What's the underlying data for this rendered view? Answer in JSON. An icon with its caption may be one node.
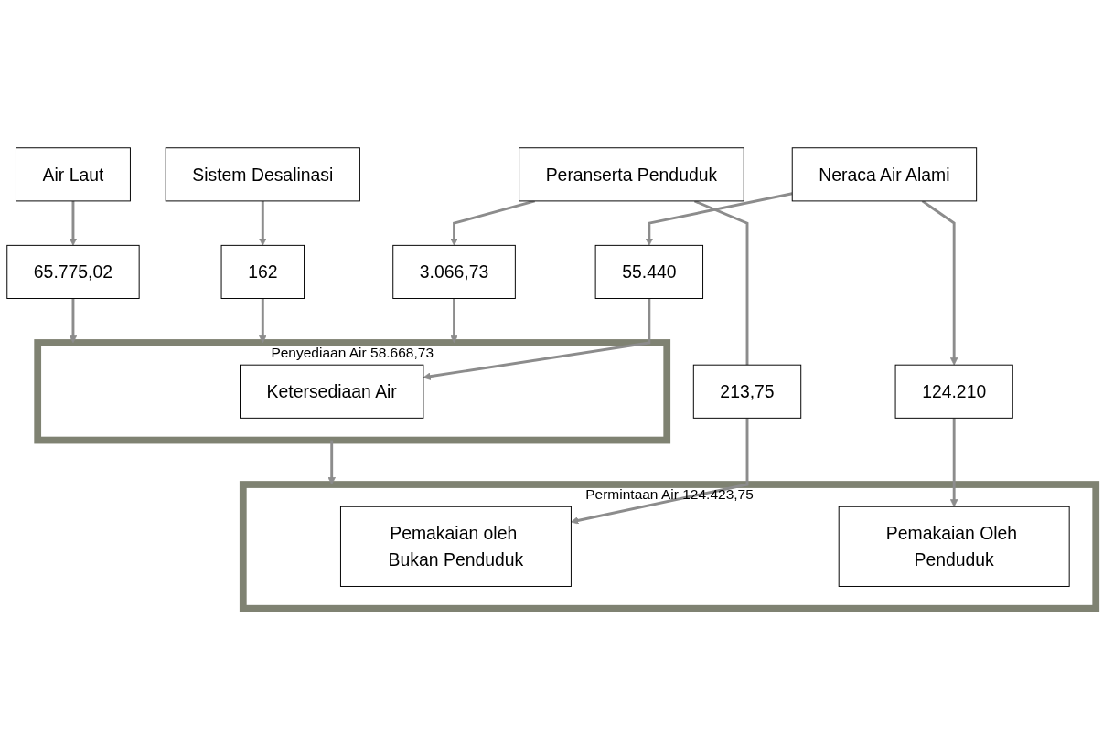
{
  "diagram": {
    "nodes": [
      {
        "text": [
          "Neraca Air Alami"
        ]
      },
      {
        "text": [
          "55.440"
        ]
      },
      {
        "text": [
          "124.210"
        ]
      },
      {
        "text": [
          "Peranserta Penduduk"
        ]
      },
      {
        "text": [
          "3.066,73"
        ]
      },
      {
        "text": [
          "213,75"
        ]
      },
      {
        "text": [
          "Sistem Desalinasi"
        ]
      },
      {
        "text": [
          "162"
        ]
      },
      {
        "text": [
          "Penyediaan Air 58.668,73"
        ]
      },
      {
        "text": [
          "Ketersediaan Air"
        ],
        "in": 8
      },
      {
        "text": [
          "Permintaan Air 124.423,75"
        ]
      },
      {
        "text": [
          "Pemakaian oleh Bukan Penduduk"
        ],
        "in": 10
      },
      {
        "text": [
          "Pemakaian Oleh Penduduk"
        ],
        "in": 10
      },
      {
        "text": [
          "65.775,02"
        ]
      },
      {
        "text": [
          "Air Laut"
        ]
      }
    ],
    "edges": [
      {
        "from": 0,
        "to": 1,
        "arrow": "to"
      },
      {
        "from": 0,
        "to": 2,
        "arrow": "to"
      },
      {
        "from": 3,
        "to": 4,
        "arrow": "to"
      },
      {
        "from": 3,
        "to": 5,
        "arrow": "none"
      },
      {
        "from": 6,
        "to": 7,
        "arrow": "to"
      },
      {
        "from": 4,
        "to": 8,
        "arrow": "to"
      },
      {
        "from": 7,
        "to": 8,
        "arrow": "to"
      },
      {
        "from": 1,
        "to": 9,
        "arrow": "to"
      },
      {
        "from": 2,
        "to": 12,
        "arrow": "to"
      },
      {
        "from": 5,
        "to": 11,
        "arrow": "to"
      },
      {
        "from": 8,
        "to": 10,
        "arrow": "to"
      },
      {
        "from": 14,
        "to": 13,
        "arrow": "to"
      },
      {
        "from": 13,
        "to": 8,
        "arrow": "to"
      }
    ]
  }
}
